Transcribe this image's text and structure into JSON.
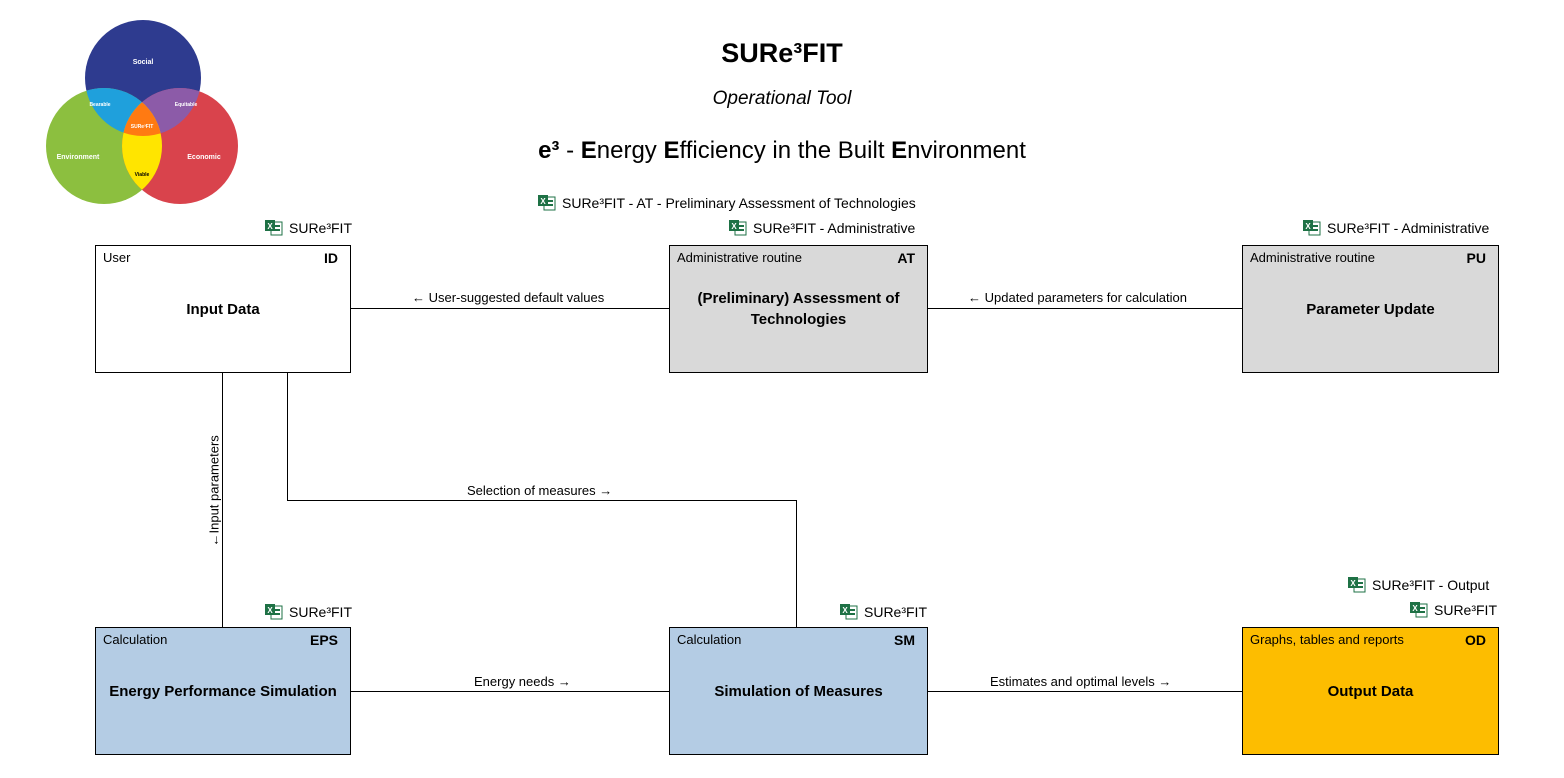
{
  "header": {
    "title": "SURe³FIT",
    "subtitle": "Operational Tool",
    "heading_parts": [
      {
        "text": "e³",
        "bold": true
      },
      {
        "text": " - ",
        "bold": false
      },
      {
        "text": "E",
        "bold": true
      },
      {
        "text": "nergy ",
        "bold": false
      },
      {
        "text": "E",
        "bold": true
      },
      {
        "text": "fficiency in the Built ",
        "bold": false
      },
      {
        "text": "E",
        "bold": true
      },
      {
        "text": "nvironment",
        "bold": false
      }
    ]
  },
  "logo": {
    "circles": {
      "social": "Social",
      "environment": "Environment",
      "economic": "Economic"
    },
    "overlaps": {
      "bearable": "Bearable",
      "equitable": "Equitable",
      "viable": "Viable",
      "center": "SURe³FIT"
    },
    "colors": {
      "social": "#2e3b8f",
      "environment": "#8cbf3f",
      "economic": "#d9434c",
      "bearable": "#1fa0dc",
      "equitable": "#8c5ba8",
      "viable": "#ffe500",
      "center": "#ff7a12"
    }
  },
  "files": {
    "at_assessment": "SURe³FIT - AT - Preliminary Assessment of Technologies",
    "at_admin": "SURe³FIT - Administrative",
    "id": "SURe³FIT",
    "pu_admin": "SURe³FIT - Administrative",
    "eps": "SURe³FIT",
    "sm": "SURe³FIT",
    "od_output": "SURe³FIT - Output",
    "od": "SURe³FIT"
  },
  "boxes": {
    "id": {
      "type": "User",
      "code": "ID",
      "name": "Input Data"
    },
    "at": {
      "type": "Administrative routine",
      "code": "AT",
      "name": "(Preliminary) Assessment of Technologies"
    },
    "pu": {
      "type": "Administrative routine",
      "code": "PU",
      "name": "Parameter Update"
    },
    "eps": {
      "type": "Calculation",
      "code": "EPS",
      "name": "Energy Performance Simulation"
    },
    "sm": {
      "type": "Calculation",
      "code": "SM",
      "name": "Simulation of Measures"
    },
    "od": {
      "type": "Graphs, tables and reports",
      "code": "OD",
      "name": "Output Data"
    }
  },
  "connectors": {
    "at_to_id": "← User-suggested default values",
    "pu_to_at": "← Updated parameters for calculation",
    "id_to_eps": "←Input parameters",
    "id_to_sm": "Selection of measures →",
    "eps_to_sm": "Energy needs →",
    "sm_to_od": "Estimates and optimal levels →"
  },
  "colors": {
    "white": "#ffffff",
    "grey": "#d9d9d9",
    "blue": "#b4cce4",
    "orange": "#fdbd00",
    "excel_green": "#1e7145"
  }
}
